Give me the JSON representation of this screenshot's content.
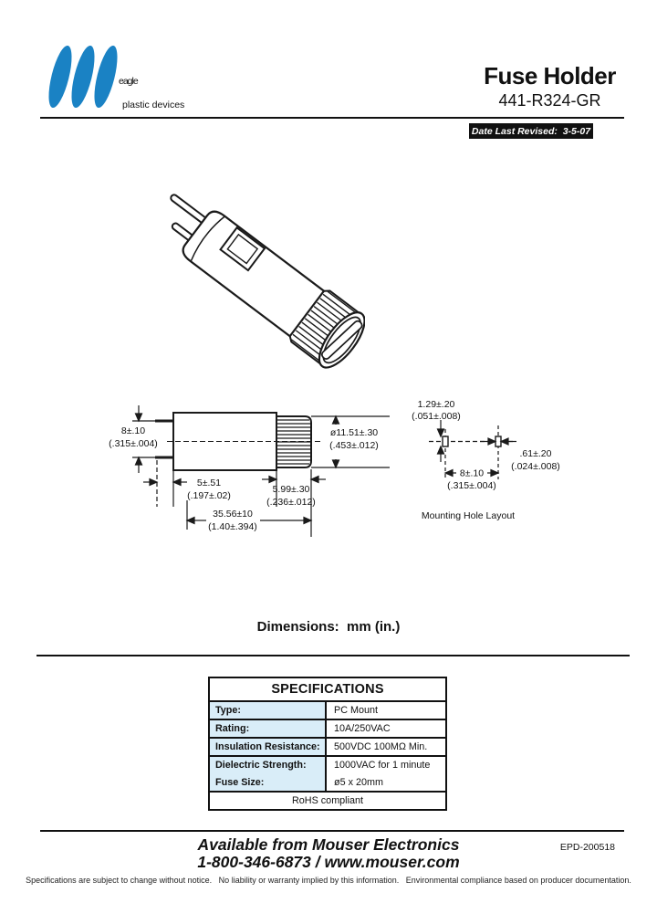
{
  "header": {
    "brand": "eagle",
    "brand_tagline": "plastic devices",
    "brand_color": "#1a82c4",
    "product_title": "Fuse Holder",
    "part_number": "441-R324-GR",
    "revision_label": "Date Last Revised:",
    "revision_date": "3-5-07"
  },
  "drawings": {
    "units_note": "Dimensions:  mm (in.)",
    "side_view": {
      "pin_spacing_mm": "8±.10",
      "pin_spacing_in": "(.315±.004)",
      "pin_offset_mm": "5±.51",
      "pin_offset_in": "(.197±.02)",
      "cap_length_mm": "5.99±.30",
      "cap_length_in": "(.236±.012)",
      "overall_length_mm": "35.56±10",
      "overall_length_in": "(1.40±.394)",
      "diameter_mm": "ø11.51±.30",
      "diameter_in": "(.453±.012)"
    },
    "mounting_hole_layout": {
      "caption": "Mounting Hole Layout",
      "slot_length_mm": "1.29±.20",
      "slot_length_in": "(.051±.008)",
      "slot_width_mm": ".61±.20",
      "slot_width_in": "(.024±.008)",
      "hole_spacing_mm": "8±.10",
      "hole_spacing_in": "(.315±.004)"
    }
  },
  "specifications": {
    "title": "SPECIFICATIONS",
    "rows": [
      {
        "label": "Type:",
        "value": "PC Mount"
      },
      {
        "label": "Rating:",
        "value": "10A/250VAC"
      },
      {
        "label": "Insulation Resistance:",
        "value": "500VDC 100MΩ Min."
      },
      {
        "label": "Dielectric Strength:",
        "value": "1000VAC for 1 minute"
      },
      {
        "label": "Fuse Size:",
        "value": "ø5 x 20mm"
      }
    ],
    "compliance_note": "RoHS compliant",
    "label_bg_color": "#d9edf8"
  },
  "footer": {
    "availability": "Available from Mouser Electronics",
    "contact": "1-800-346-6873 / www.mouser.com",
    "doc_number": "EPD-200518",
    "disclaimer": "Specifications are subject to change without notice.   No liability or warranty implied by this information.   Environmental compliance based on producer documentation."
  }
}
